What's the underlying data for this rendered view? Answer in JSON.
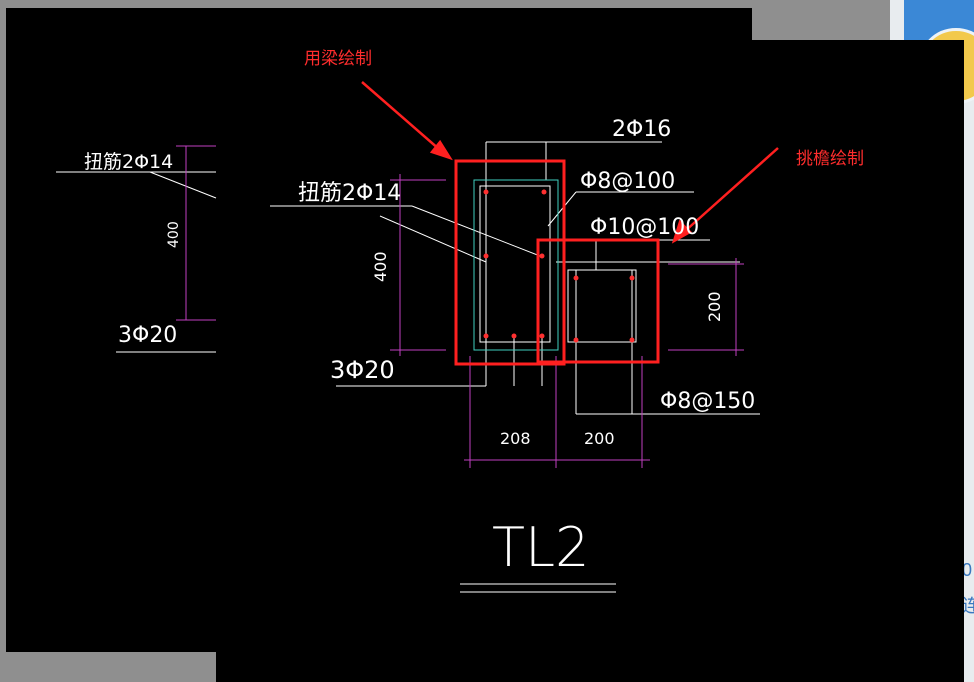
{
  "annotations": {
    "beam_label": "用梁绘制",
    "eave_label": "挑檐绘制"
  },
  "drawing": {
    "title": "TL2",
    "top_bar": "2Φ16",
    "stirrup_beam": "Φ8@100",
    "stirrup_eave": "Φ10@100",
    "torsion_bar": "扭筋2Φ14",
    "bottom_bar": "3Φ20",
    "eave_bar": "Φ8@150",
    "dim_beam_height": "400",
    "dim_eave_height": "200",
    "dim_beam_width": "208",
    "dim_eave_width": "200"
  },
  "back_drawing": {
    "torsion_bar": "扭筋2Φ14",
    "bottom_bar": "3Φ20",
    "dim_height": "400"
  },
  "right_strip": {
    "text_a": "0",
    "text_b": "连"
  },
  "colors": {
    "cad_background": "#000000",
    "annotation_red": "#ff2020",
    "dimension_magenta": "#c040c0",
    "rebar_cyan": "#40d0c0",
    "line_white": "#ffffff"
  }
}
